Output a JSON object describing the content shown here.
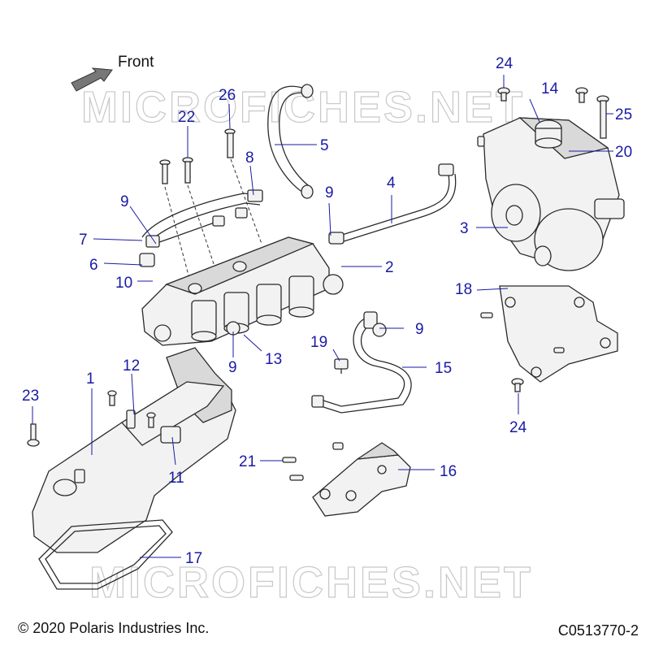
{
  "front_label": "Front",
  "copyright": "© 2020 Polaris Industries Inc.",
  "diagram_code": "C0513770-2",
  "watermark": "MICROFICHES.NET",
  "colors": {
    "callout": "#1a1aa6",
    "line": "#2a2a2a",
    "watermark": "#c8c8c8"
  },
  "callouts": {
    "c1": "1",
    "c2": "2",
    "c3": "3",
    "c4": "4",
    "c5": "5",
    "c6": "6",
    "c7": "7",
    "c8": "8",
    "c9a": "9",
    "c9b": "9",
    "c9c": "9",
    "c9d": "9",
    "c10": "10",
    "c11": "11",
    "c12": "12",
    "c13": "13",
    "c14": "14",
    "c15": "15",
    "c16": "16",
    "c17": "17",
    "c18": "18",
    "c19": "19",
    "c20": "20",
    "c21": "21",
    "c22": "22",
    "c23": "23",
    "c24a": "24",
    "c24b": "24",
    "c25": "25",
    "c26": "26"
  }
}
